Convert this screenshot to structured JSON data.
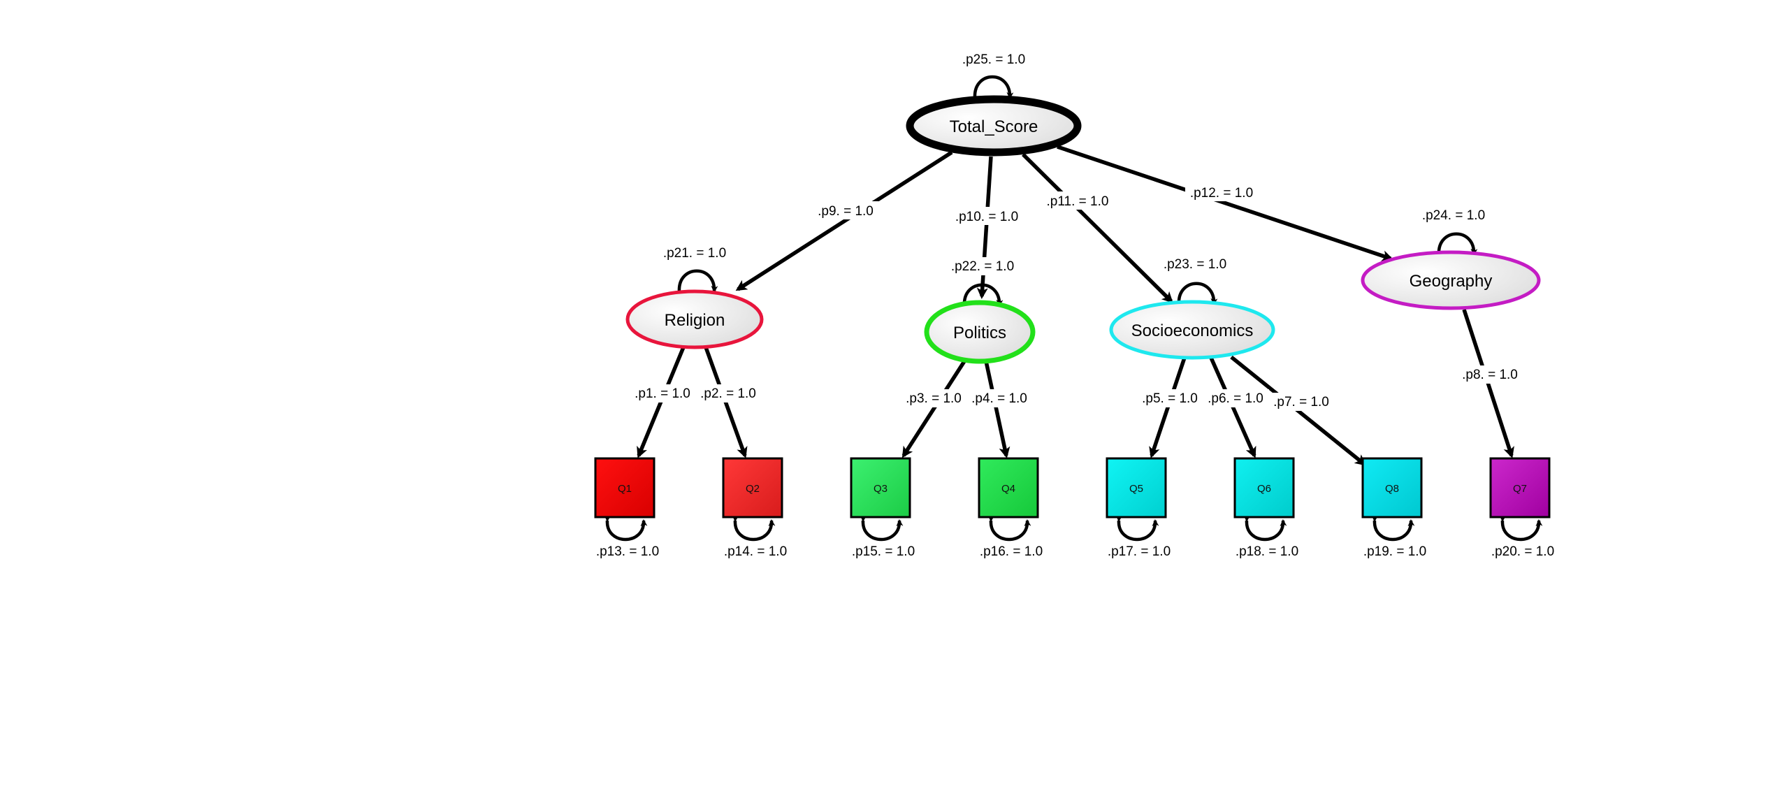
{
  "diagram": {
    "latent": {
      "total": {
        "name": "Total_Score",
        "variance": ".p25. = 1.0",
        "border": "#000000"
      },
      "religion": {
        "name": "Religion",
        "variance": ".p21. = 1.0",
        "border": "#e8153c"
      },
      "politics": {
        "name": "Politics",
        "variance": ".p22. = 1.0",
        "border": "#22e01a"
      },
      "socio": {
        "name": "Socioeconomics",
        "variance": ".p23. = 1.0",
        "border": "#1ee8ee"
      },
      "geography": {
        "name": "Geography",
        "variance": ".p24. = 1.0",
        "border": "#c41cc4"
      }
    },
    "total_paths": {
      "religion": ".p9. = 1.0",
      "politics": ".p10. = 1.0",
      "socio": ".p11. = 1.0",
      "geography": ".p12. = 1.0"
    },
    "observed": [
      {
        "name": "Q1",
        "loading": ".p1. = 1.0",
        "residual": ".p13. = 1.0",
        "color": "#f00000"
      },
      {
        "name": "Q2",
        "loading": ".p2. = 1.0",
        "residual": ".p14. = 1.0",
        "color": "#f02828"
      },
      {
        "name": "Q3",
        "loading": ".p3. = 1.0",
        "residual": ".p15. = 1.0",
        "color": "#2ce65a"
      },
      {
        "name": "Q4",
        "loading": ".p4. = 1.0",
        "residual": ".p16. = 1.0",
        "color": "#22dc46"
      },
      {
        "name": "Q5",
        "loading": ".p5. = 1.0",
        "residual": ".p17. = 1.0",
        "color": "#00e8e8"
      },
      {
        "name": "Q6",
        "loading": ".p6. = 1.0",
        "residual": ".p18. = 1.0",
        "color": "#00e4e4"
      },
      {
        "name": "Q8",
        "loading": ".p7. = 1.0",
        "residual": ".p19. = 1.0",
        "color": "#00e0e8"
      },
      {
        "name": "Q7",
        "loading": ".p8. = 1.0",
        "residual": ".p20. = 1.0",
        "color": "#b810b8"
      }
    ]
  }
}
